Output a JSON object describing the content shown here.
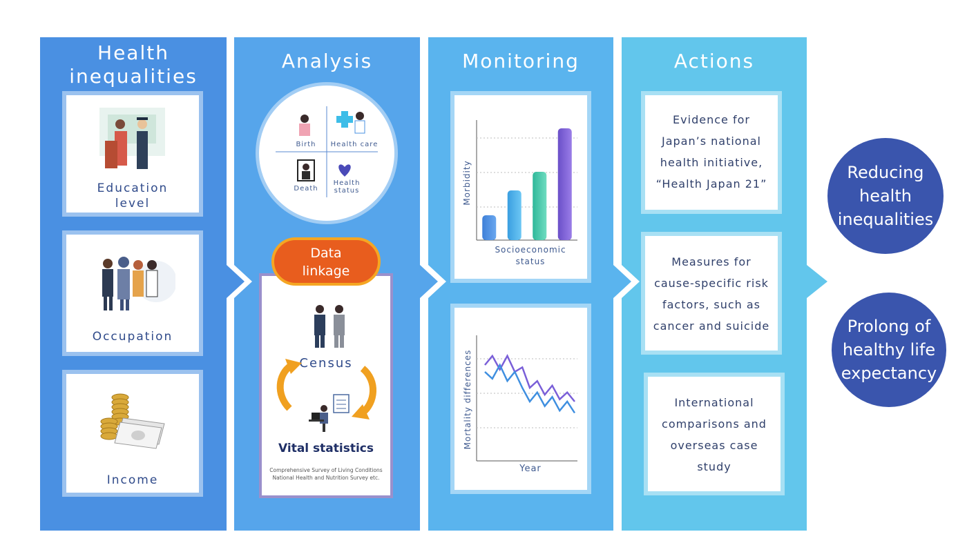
{
  "columns": {
    "health_inequalities": {
      "title": "Health\ninequalities",
      "items": [
        {
          "label": "Education\nlevel"
        },
        {
          "label": "Occupation"
        },
        {
          "label": "Income"
        }
      ]
    },
    "analysis": {
      "title": "Analysis",
      "quadrants": [
        "Birth",
        "Health care",
        "Death",
        "Health\nstatus"
      ],
      "data_linkage": "Data\nlinkage",
      "census": "Census",
      "vital_statistics": "Vital statistics",
      "surveys": "Comprehensive Survey of Living Conditions\nNational Health and Nutrition Survey etc."
    },
    "monitoring": {
      "title": "Monitoring",
      "bar_chart": {
        "ylabel": "Morbidity",
        "xlabel": "Socioeconomic\nstatus"
      },
      "line_chart": {
        "ylabel": "Mortality differences",
        "xlabel": "Year"
      }
    },
    "actions": {
      "title": "Actions",
      "items": [
        "Evidence for\nJapan’s national\nhealth initiative,\n“Health Japan 21”",
        "Measures for\ncause-specific risk\nfactors, such as\ncancer and suicide",
        "International\ncomparisons and\noverseas case\nstudy"
      ]
    }
  },
  "outcomes": [
    "Reducing\nhealth\ninequalities",
    "Prolong of\nhealthy life\nexpectancy"
  ],
  "colors": {
    "col1": "#4a90e2",
    "col2": "#56a5eb",
    "col3": "#5ab4ee",
    "col4": "#62c6ec",
    "arrow": "#7fd3f0",
    "outcome": "#3a55ad",
    "linkage": "#e85d1e"
  },
  "chart_data": [
    {
      "type": "bar",
      "categories": [
        "1",
        "2",
        "3",
        "4"
      ],
      "values": [
        2,
        4,
        5.5,
        9
      ],
      "xlabel": "Socioeconomic\nstatus",
      "ylabel": "Morbidity",
      "ylim": [
        0,
        10
      ]
    },
    {
      "type": "line",
      "x": [
        1,
        2,
        3,
        4,
        5,
        6,
        7,
        8,
        9,
        10,
        11,
        12,
        13
      ],
      "series": [
        {
          "values": [
            8.2,
            8.6,
            8.0,
            8.6,
            7.9,
            8.1,
            7.2,
            7.5,
            6.9,
            7.3,
            6.7,
            7.0,
            6.6
          ]
        },
        {
          "values": [
            7.9,
            7.6,
            8.2,
            7.5,
            7.9,
            7.2,
            6.6,
            7.0,
            6.4,
            6.8,
            6.2,
            6.6,
            6.1
          ]
        }
      ],
      "xlabel": "Year",
      "ylabel": "Mortality differences",
      "ylim": [
        4,
        9.5
      ]
    }
  ]
}
